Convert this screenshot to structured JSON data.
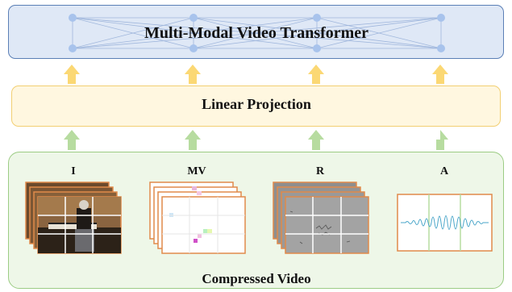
{
  "transformer": {
    "title": "Multi-Modal Video Transformer"
  },
  "projection": {
    "title": "Linear Projection"
  },
  "video": {
    "title": "Compressed Video"
  },
  "modalities": [
    {
      "label": "I"
    },
    {
      "label": "MV"
    },
    {
      "label": "R"
    },
    {
      "label": "A"
    }
  ],
  "colors": {
    "transformer_fill": "#dfe8f6",
    "transformer_border": "#5b7fb6",
    "projection_fill": "#fff7e0",
    "projection_border": "#f2cf72",
    "video_fill": "#eef7e8",
    "video_border": "#9ccc84",
    "arrow_yellow": "#fbd874",
    "arrow_green": "#b7dca0",
    "frame_border": "#e08a4a",
    "wave": "#4aa6c9"
  }
}
